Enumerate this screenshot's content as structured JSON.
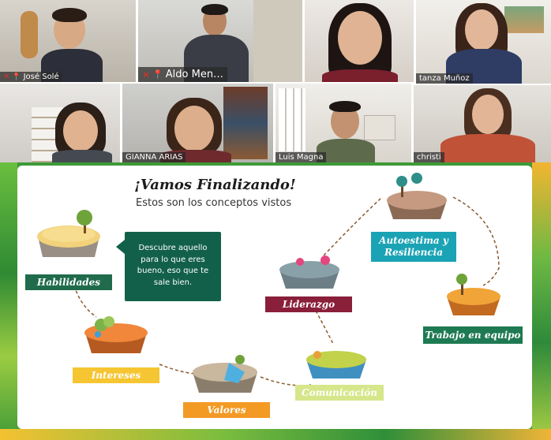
{
  "meeting": {
    "participants": [
      {
        "name": "José Solé",
        "muted": true,
        "pinned": true
      },
      {
        "name": "Aldo Men…",
        "muted": true,
        "pinned": true,
        "active_speaker": true
      },
      {
        "name": "",
        "muted": false
      },
      {
        "name": "tanza Muñoz",
        "muted": false
      },
      {
        "name": "",
        "muted": false
      },
      {
        "name": "GIANNA ARIAS",
        "muted": false
      },
      {
        "name": "Luis Magna",
        "muted": false
      },
      {
        "name": "christi",
        "muted": false
      }
    ]
  },
  "slide": {
    "title": "¡Vamos Finalizando!",
    "subtitle": "Estos son los conceptos vistos",
    "callout": "Descubre aquello para lo que eres bueno, eso que te sale bien.",
    "concepts": [
      {
        "key": "habilidades",
        "label": "Habilidades",
        "color": "#1f6b4c"
      },
      {
        "key": "intereses",
        "label": "Intereses",
        "color": "#f6c532"
      },
      {
        "key": "valores",
        "label": "Valores",
        "color": "#f39a24"
      },
      {
        "key": "comunicacion",
        "label": "Comunicación",
        "color": "#d6e68a"
      },
      {
        "key": "liderazgo",
        "label": "Liderazgo",
        "color": "#8a1f3a"
      },
      {
        "key": "autoestima",
        "label": "Autoestima y Resiliencia",
        "color": "#1aa3b5"
      },
      {
        "key": "trabajo",
        "label": "Trabajo en equipo",
        "color": "#1e7a52"
      }
    ]
  }
}
